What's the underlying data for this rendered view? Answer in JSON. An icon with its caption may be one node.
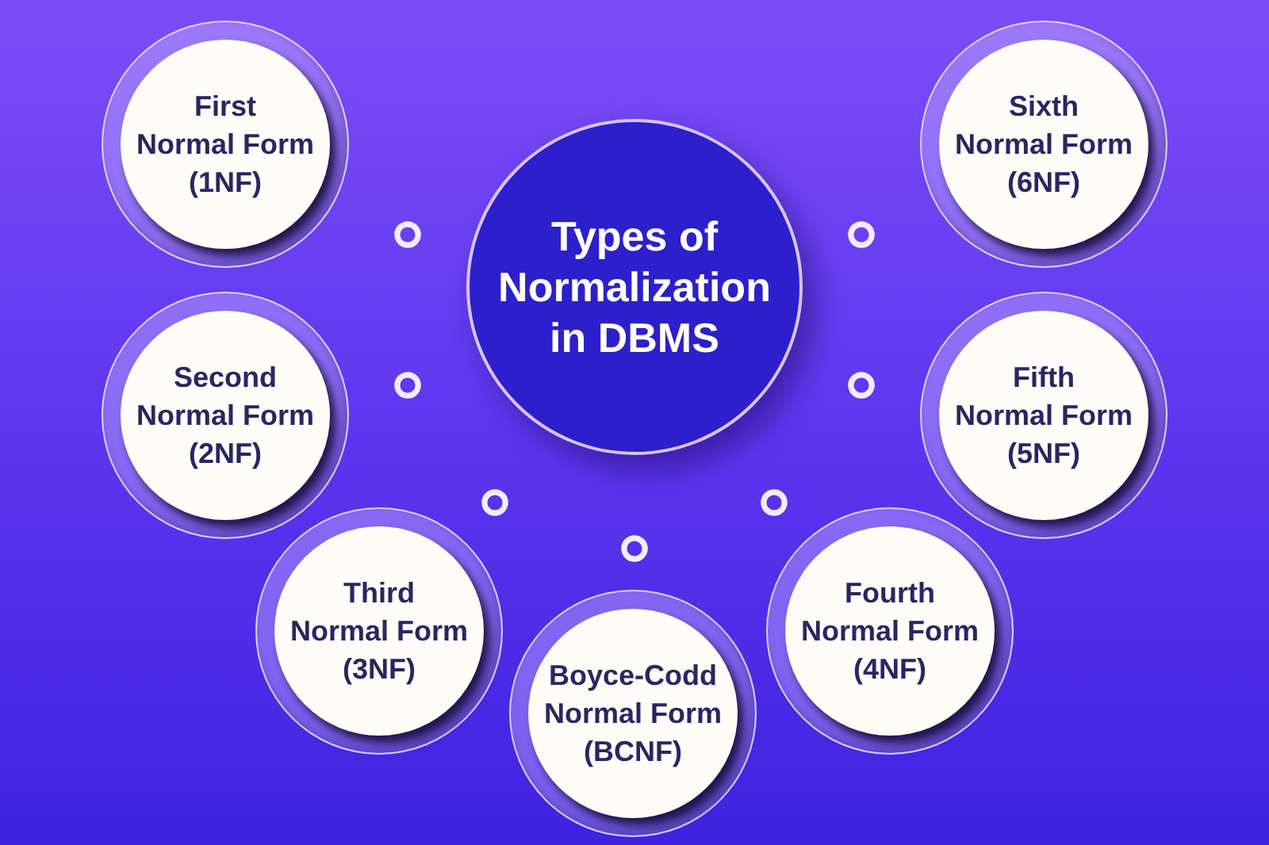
{
  "diagram": {
    "nodes": [
      {
        "text": [
          "Types of Normalization in DBMS"
        ]
      },
      {
        "text": [
          "First Normal Form (1NF)"
        ]
      },
      {
        "text": [
          "Second Normal Form (2NF)"
        ]
      },
      {
        "text": [
          "Third Normal Form (3NF)"
        ]
      },
      {
        "text": [
          "Boyce-Codd Normal Form (BCNF)"
        ]
      },
      {
        "text": [
          "Fourth Normal Form (4NF)"
        ]
      },
      {
        "text": [
          "Fifth Normal Form (5NF)"
        ]
      },
      {
        "text": [
          "Sixth Normal Form (6NF)"
        ]
      }
    ]
  }
}
